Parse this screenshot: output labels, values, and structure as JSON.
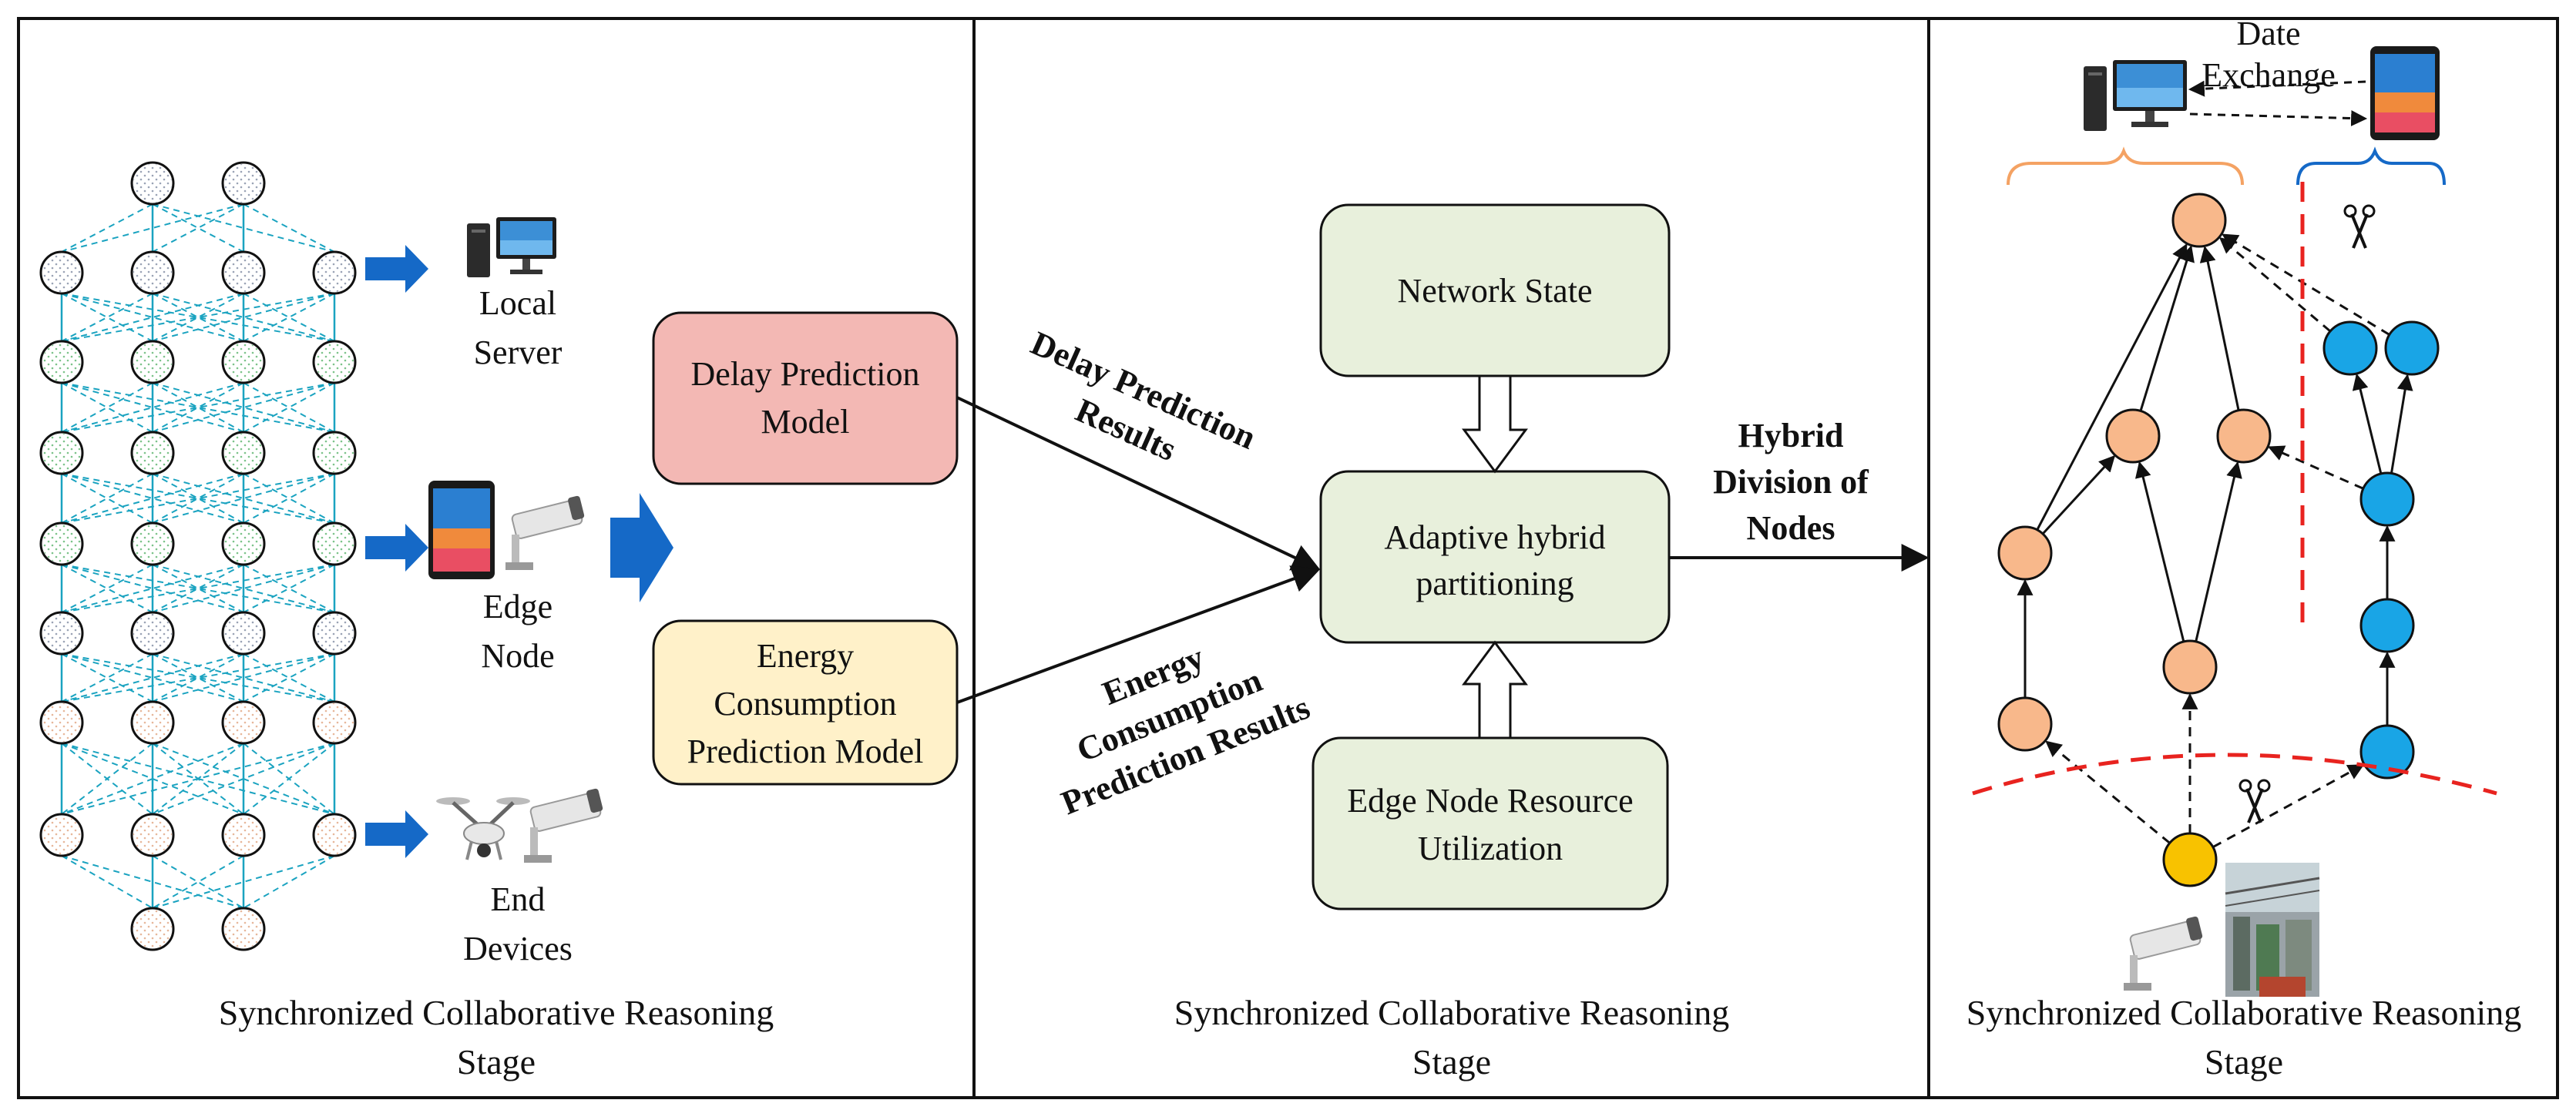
{
  "panels": {
    "left": {
      "labels": {
        "local_server": [
          "Local",
          "Server"
        ],
        "edge_node": [
          "Edge",
          "Node"
        ],
        "end_devices": [
          "End",
          "Devices"
        ]
      },
      "caption": [
        "Synchronized Collaborative Reasoning",
        "Stage"
      ]
    },
    "middle": {
      "models": {
        "delay": [
          "Delay Prediction",
          "Model"
        ],
        "energy": [
          "Energy",
          "Consumption",
          "Prediction Model"
        ]
      },
      "blocks": {
        "network_state": "Network State",
        "adaptive": [
          "Adaptive hybrid",
          "partitioning"
        ],
        "resource": [
          "Edge Node Resource",
          "Utilization"
        ]
      },
      "arrow_labels": {
        "delay_results": [
          "Delay Prediction",
          "Results"
        ],
        "energy_results": [
          "Energy",
          "Consumption",
          "Prediction Results"
        ],
        "hybrid_division": [
          "Hybrid",
          "Division of",
          "Nodes"
        ]
      },
      "caption": [
        "Synchronized Collaborative Reasoning",
        "Stage"
      ]
    },
    "right": {
      "data_exchange": [
        "Date",
        "Exchange"
      ],
      "caption": [
        "Synchronized Collaborative Reasoning",
        "Stage"
      ]
    }
  },
  "colors": {
    "delay_box": "#f3b8b4",
    "energy_box": "#fff1c9",
    "green_box": "#e8f0dc",
    "orange_node": "#f8b88b",
    "blue_node": "#19a5e6",
    "yellow_node": "#f8c200",
    "blue_arrow": "#1569c7",
    "cut_line": "#e8231f",
    "net_line": "#1aa3c0"
  }
}
